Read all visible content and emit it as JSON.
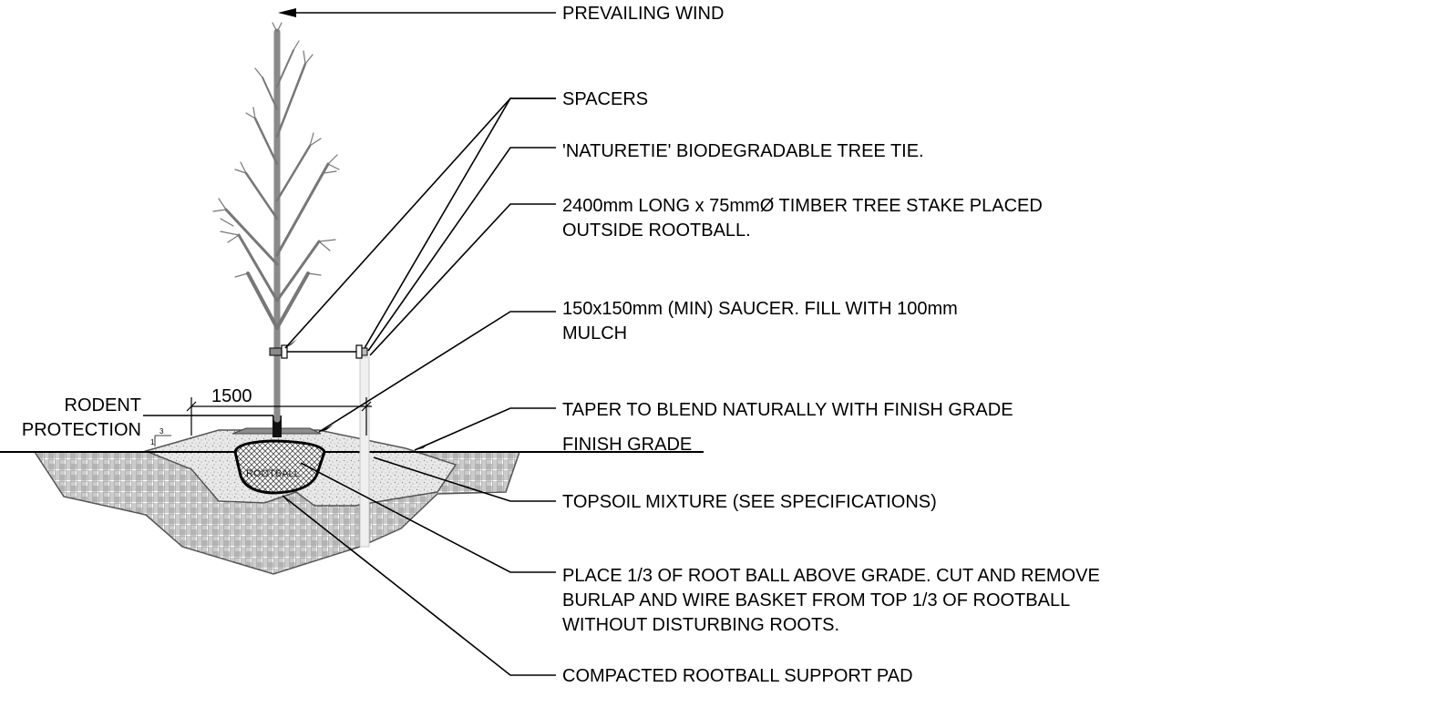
{
  "diagram": {
    "wind_label": "PREVAILING WIND",
    "dimension_label": "1500",
    "slope_small": "3",
    "slope_one": "1",
    "rootball_text": "ROOTBALL",
    "rodent_label": [
      "RODENT",
      "PROTECTION"
    ],
    "callouts": [
      {
        "id": "spacers",
        "lines": [
          "SPACERS"
        ]
      },
      {
        "id": "tree-tie",
        "lines": [
          "'NATURETIE' BIODEGRADABLE TREE TIE."
        ]
      },
      {
        "id": "stake",
        "lines": [
          "2400mm LONG x 75mmØ TIMBER TREE STAKE PLACED",
          "OUTSIDE ROOTBALL."
        ]
      },
      {
        "id": "saucer",
        "lines": [
          "150x150mm (MIN) SAUCER. FILL WITH 100mm",
          "MULCH"
        ]
      },
      {
        "id": "taper",
        "lines": [
          "TAPER TO BLEND NATURALLY WITH FINISH GRADE"
        ]
      },
      {
        "id": "finish-grade",
        "lines": [
          "FINISH GRADE"
        ]
      },
      {
        "id": "topsoil",
        "lines": [
          "TOPSOIL MIXTURE (SEE SPECIFICATIONS)"
        ]
      },
      {
        "id": "root-ball",
        "lines": [
          "PLACE 1/3 OF ROOT BALL ABOVE GRADE. CUT AND REMOVE",
          "BURLAP AND WIRE BASKET FROM TOP 1/3 OF ROOTBALL",
          "WITHOUT DISTURBING ROOTS."
        ]
      },
      {
        "id": "support-pad",
        "lines": [
          "COMPACTED ROOTBALL SUPPORT PAD"
        ]
      }
    ]
  }
}
